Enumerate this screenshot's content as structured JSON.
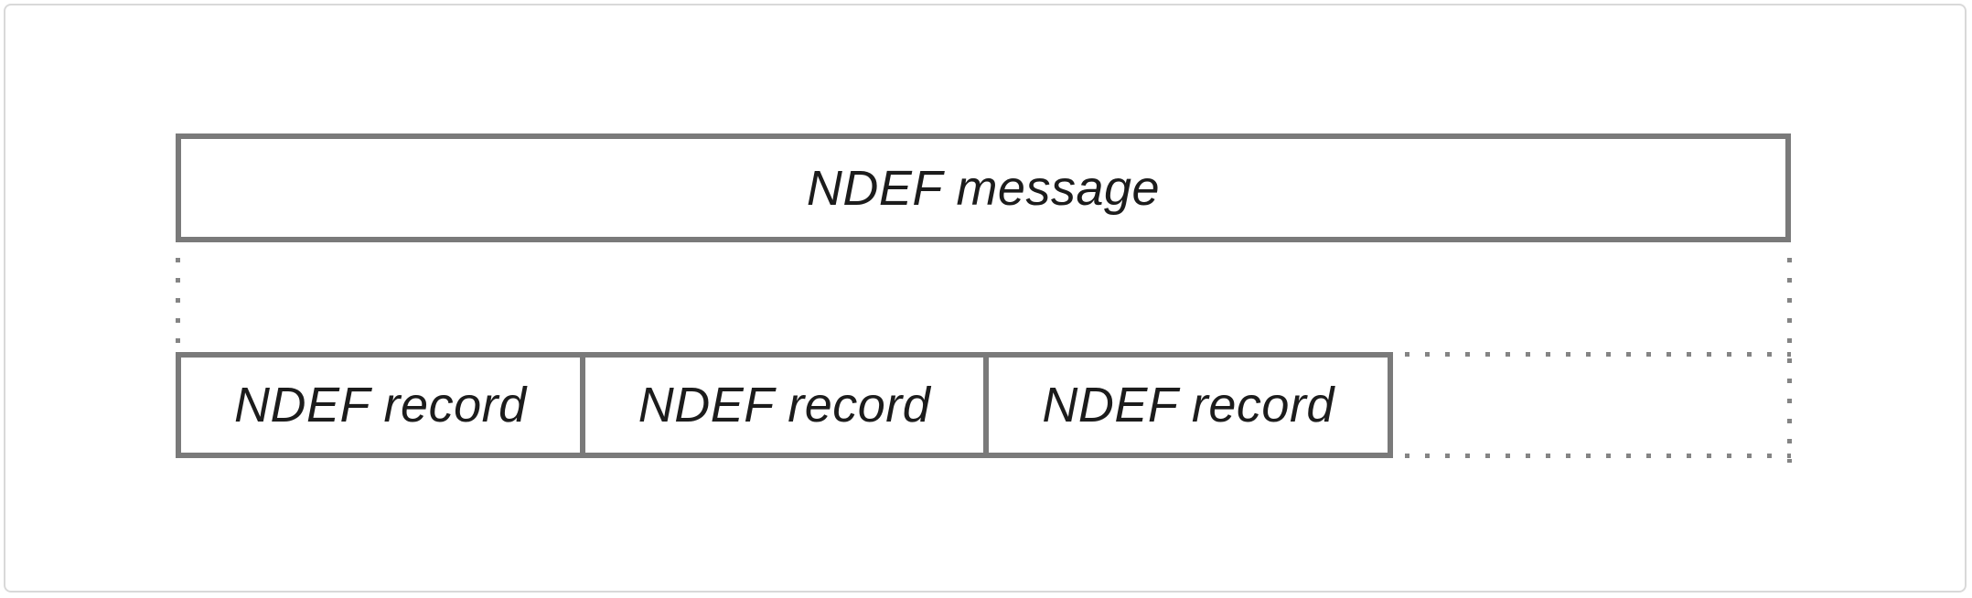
{
  "diagram": {
    "message_box": {
      "label": "NDEF message"
    },
    "record_boxes": [
      {
        "label": "NDEF record"
      },
      {
        "label": "NDEF record"
      },
      {
        "label": "NDEF record"
      }
    ],
    "continuation": "dotted region indicating additional records",
    "colors": {
      "box_border": "#7a7a7a",
      "dotted_line": "#848484",
      "text": "#1c1c1c",
      "frame_border": "#d9d9d9",
      "background": "#ffffff"
    }
  }
}
